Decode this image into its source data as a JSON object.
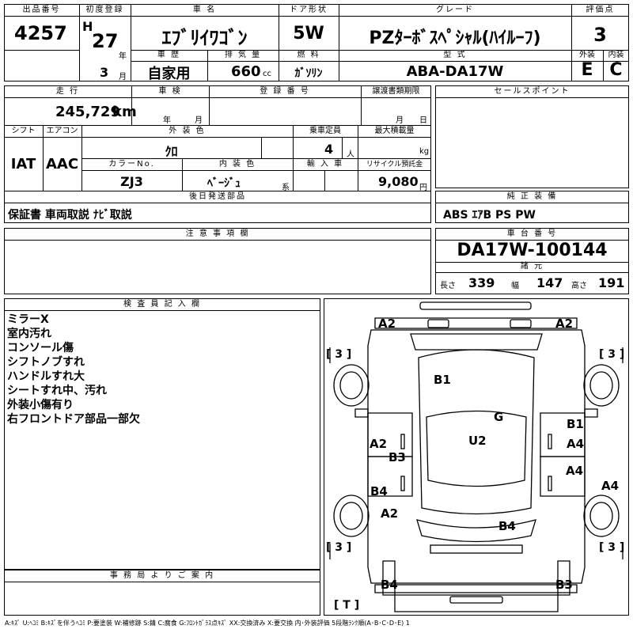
{
  "header": {
    "lot_label": "出品番号",
    "lot_value": "4257",
    "first_reg_label": "初度登録",
    "era": "H",
    "year": "27",
    "year_unit": "年",
    "month": "3",
    "month_unit": "月",
    "car_name_label": "車 名",
    "car_name": "ｴﾌﾞﾘｲﾜｺﾞﾝ",
    "door_label": "ドア形状",
    "door_value": "5W",
    "grade_label": "グレード",
    "grade_value": "PZﾀｰﾎﾞｽﾍﾟｼｬﾙ(ﾊｲﾙｰﾌ)",
    "score_label": "評価点",
    "score_value": "3",
    "history_label": "車 歴",
    "history_value": "自家用",
    "displacement_label": "排 気 量",
    "displacement_value": "660",
    "displacement_unit": "cc",
    "fuel_label": "燃 料",
    "fuel_value": "ｶﾞｿﾘﾝ",
    "model_label": "型 式",
    "model_value": "ABA-DA17W",
    "exterior_label": "外装",
    "exterior_value": "E",
    "interior_label": "内装",
    "interior_value": "C"
  },
  "row2": {
    "mileage_label": "走 行",
    "mileage_value": "245,729",
    "mileage_unit": "km",
    "inspection_label": "車 検",
    "inspection_year_unit": "年",
    "inspection_month_unit": "月",
    "reg_no_label": "登 録 番 号",
    "transfer_label": "譲渡書類期限",
    "transfer_month_unit": "月",
    "transfer_day_unit": "日",
    "sales_point_label": "セールスポイント",
    "shift_label": "シフト",
    "shift_value": "IAT",
    "ac_label": "エアコン",
    "ac_value": "AAC",
    "ext_color_label": "外 装 色",
    "ext_color_value": "ｸﾛ",
    "capacity_label": "乗車定員",
    "capacity_value": "4",
    "capacity_unit": "人",
    "max_load_label": "最大積載量",
    "max_load_unit": "kg",
    "color_no_label": "カラーNo.",
    "color_no_value": "ZJ3",
    "int_color_label": "内 装 色",
    "int_color_value": "ﾍﾞｰｼﾞｭ",
    "int_color_suffix": "系",
    "import_label": "輸 入 車",
    "recycle_label": "リサイクル預託金",
    "recycle_value": "9,080",
    "recycle_unit": "円",
    "later_parts_label": "後日発送部品",
    "later_parts_value": "保証書 車両取説 ﾅﾋﾞ取説",
    "genuine_label": "純 正 装 備",
    "genuine_value": "ABS ｴｱB PS PW"
  },
  "row3": {
    "caution_label": "注 意 事 項 欄",
    "chassis_label": "車 台 番 号",
    "chassis_value": "DA17W-100144",
    "spec_label": "諸 元",
    "length_label": "長さ",
    "length_value": "339",
    "width_label": "幅",
    "width_value": "147",
    "height_label": "高さ",
    "height_value": "191"
  },
  "inspector": {
    "label": "検 査 員 記 入 欄",
    "notes": [
      "ミラーX",
      "室内汚れ",
      "コンソール傷",
      "シフトノブすれ",
      "ハンドルすれ大",
      "シートすれ中、汚れ",
      "外装小傷有り",
      "右フロントドア部品一部欠"
    ]
  },
  "office_label": "事 務 局 よ り ご 案 内",
  "diagram": {
    "marks": [
      "A2",
      "A2",
      "B1",
      "G",
      "B1",
      "A2",
      "U2",
      "A4",
      "B3",
      "A4",
      "A4",
      "B4",
      "A2",
      "B4",
      "B4",
      "B3"
    ],
    "brackets": [
      "[ 3 ]",
      "[ 3 ]",
      "[ 3 ]",
      "[ 3 ]",
      "[ T ]"
    ]
  },
  "legend": "A:ｷｽﾞ U:ﾍｺﾐ B:ｷｽﾞを伴うﾍｺﾐ P:要塗装 W:補修跡 S:錆 C:腐食 G:ﾌﾛﾝﾄｶﾞﾗｽ点ｷｽﾞ XX:交換済み X:要交換 内･外装評価 5段階ﾗﾝｸ順(A･B･C･D･E) 1"
}
